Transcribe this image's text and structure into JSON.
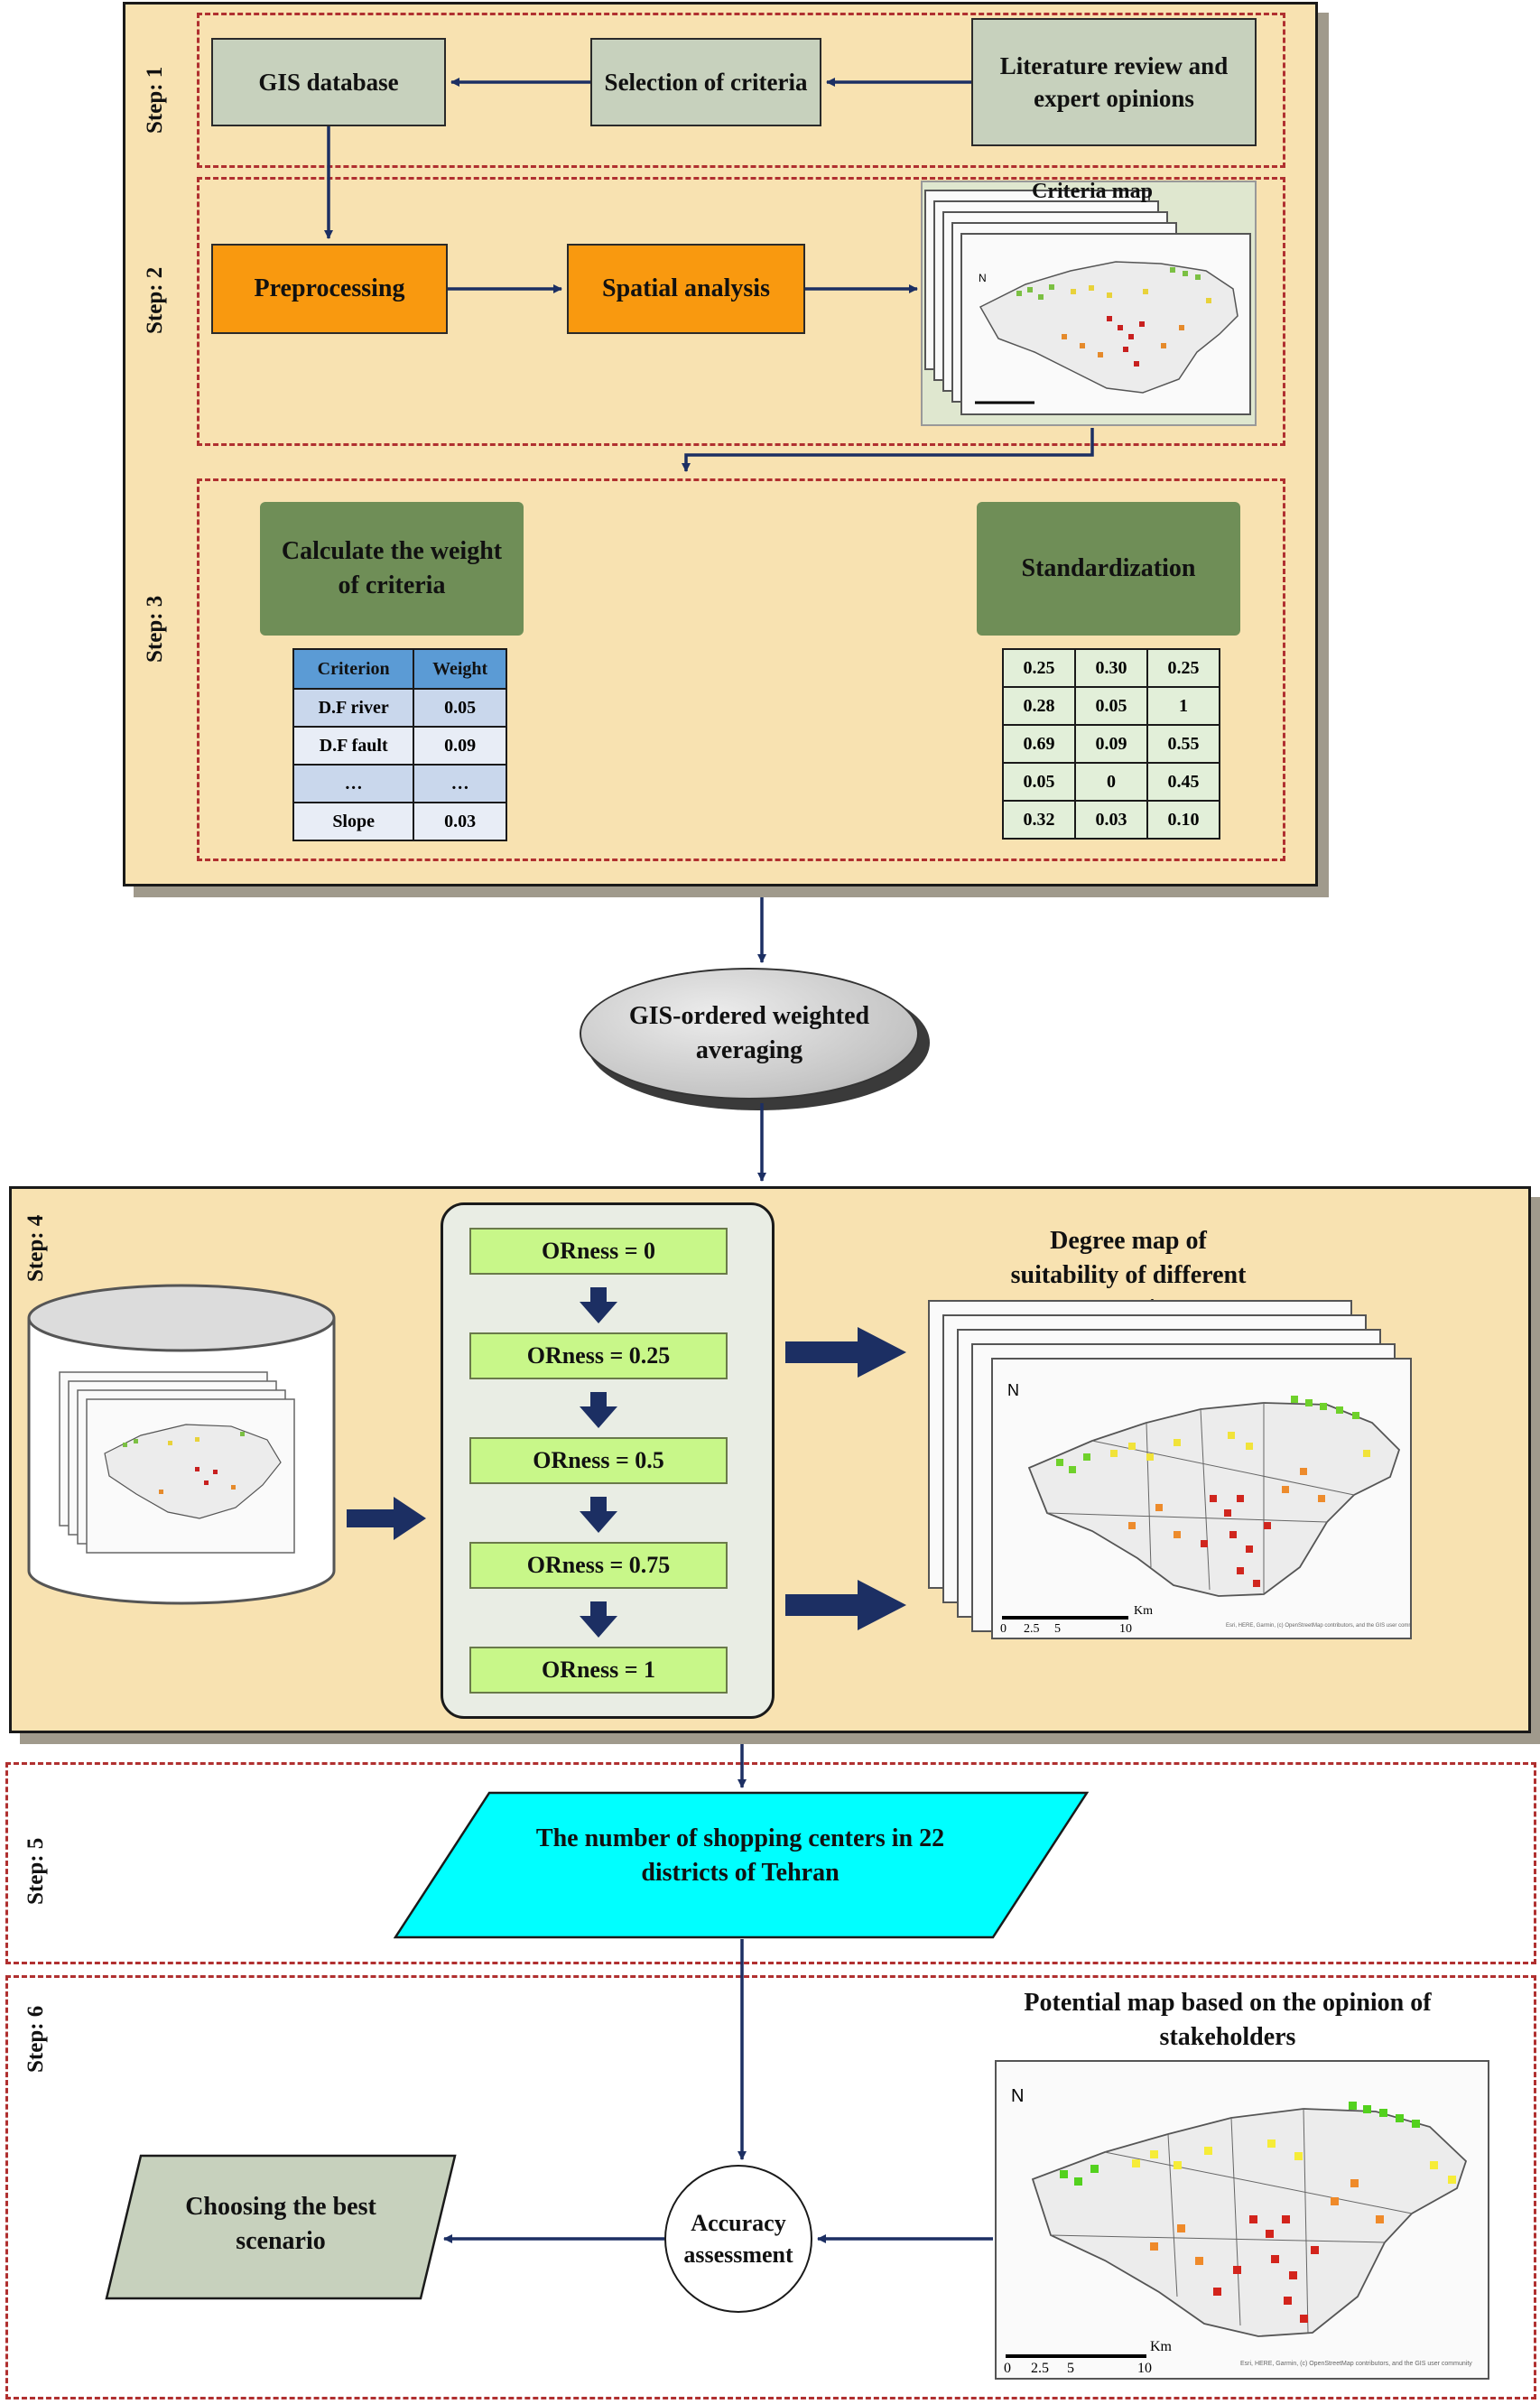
{
  "steps": {
    "s1": "Step: 1",
    "s2": "Step: 2",
    "s3": "Step: 3",
    "s4": "Step: 4",
    "s5": "Step: 5",
    "s6": "Step: 6"
  },
  "boxes": {
    "gis_database": "GIS database",
    "selection_of_criteria": "Selection of criteria",
    "literature_review": "Literature review and expert opinions",
    "preprocessing": "Preprocessing",
    "spatial_analysis": "Spatial analysis",
    "criteria_map": "Criteria map",
    "calculate_weight": "Calculate the weight of criteria",
    "standardization": "Standardization",
    "gis_owa": "GIS-ordered weighted averaging",
    "degree_map": "Degree map of suitability of different scenarios",
    "shopping_centers": "The number of shopping centers in 22 districts of Tehran",
    "potential_map": "Potential map based on the opinion of stakeholders",
    "accuracy": "Accuracy assessment",
    "choosing": "Choosing the best scenario"
  },
  "weight_table": {
    "headers": [
      "Criterion",
      "Weight"
    ],
    "rows": [
      [
        "D.F river",
        "0.05"
      ],
      [
        "D.F fault",
        "0.09"
      ],
      [
        "…",
        "…"
      ],
      [
        "Slope",
        "0.03"
      ]
    ]
  },
  "std_table": {
    "rows": [
      [
        "0.25",
        "0.30",
        "0.25"
      ],
      [
        "0.28",
        "0.05",
        "1"
      ],
      [
        "0.69",
        "0.09",
        "0.55"
      ],
      [
        "0.05",
        "0",
        "0.45"
      ],
      [
        "0.32",
        "0.03",
        "0.10"
      ]
    ]
  },
  "orness": [
    "ORness = 0",
    "ORness = 0.25",
    "ORness = 0.5",
    "ORness = 0.75",
    "ORness = 1"
  ],
  "map": {
    "north": "N",
    "unit": "Km",
    "scale_ticks": [
      "0",
      "2.5",
      "5",
      "10"
    ],
    "credit": "Esri, HERE, Garmin, (c) OpenStreetMap contributors, and the GIS user community"
  },
  "colors": {
    "panel": "#f8e2b1",
    "dash": "#b03030",
    "gray_box": "#c7d1bd",
    "orange_box": "#f9990f",
    "olive_box": "#6f8e57",
    "orness_box": "#c8f789",
    "cyan": "#00ffff",
    "arrow": "#1c2f63"
  }
}
